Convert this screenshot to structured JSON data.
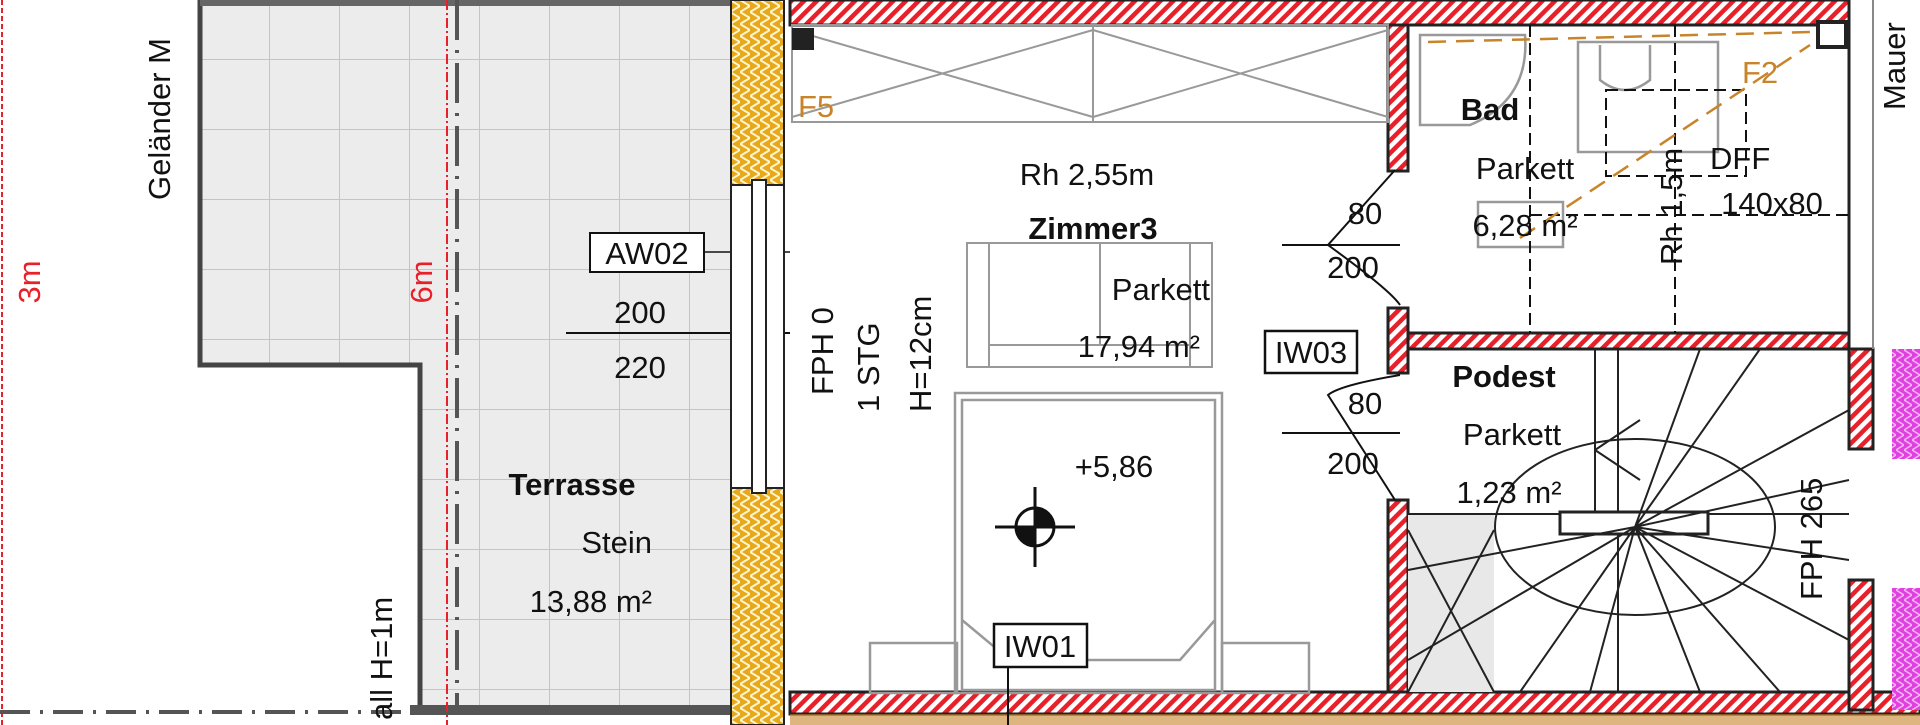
{
  "colors": {
    "wall_hatch": "#e8202a",
    "insulation": "#e8a81c",
    "terrace": "#ececec",
    "marker": "#e8202a",
    "window_label": "#c8842a",
    "magenta": "#e040e0"
  },
  "guides": {
    "left": "3m",
    "middle": "6m"
  },
  "terrace": {
    "railing": "Geländer M",
    "railing_bottom": "all H=1m",
    "name": "Terrasse",
    "floor": "Stein",
    "area": "13,88 m²"
  },
  "window_aw02": {
    "tag": "AW02",
    "width": "200",
    "height": "220"
  },
  "window_f5": "F5",
  "room_zimmer3": {
    "ceiling_height": "Rh 2,55m",
    "name": "Zimmer3",
    "floor": "Parkett",
    "area": "17,94 m²",
    "level": "+5,86",
    "sill": [
      "FPH 0",
      "1 STG",
      "H=12cm"
    ]
  },
  "wall_iw01": "IW01",
  "wall_iw03": "IW03",
  "door_bad": {
    "width": "80",
    "height": "200"
  },
  "door_podest": {
    "width": "80",
    "height": "200"
  },
  "room_bad": {
    "name": "Bad",
    "floor": "Parkett",
    "area": "6,28 m²",
    "skylight": "DFF",
    "skylight_size": "140x80",
    "ceiling_height": "Rh 1,5m",
    "window": "F2"
  },
  "room_podest": {
    "name": "Podest",
    "floor": "Parkett",
    "area": "1,23 m²"
  },
  "stair": {
    "label": "FPH 265"
  },
  "right_wall": "Mauer"
}
